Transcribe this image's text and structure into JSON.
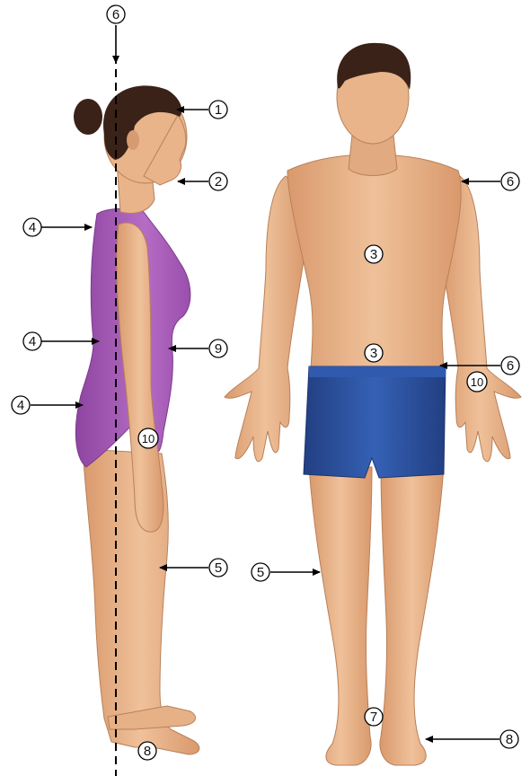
{
  "labels": {
    "head_top": "1",
    "chin": "2",
    "chest": "3",
    "abdomen": "3",
    "upper_back": "4",
    "lower_back": "4",
    "buttocks": "4",
    "knee_side": "5",
    "knee_front": "5",
    "plumb_line": "6",
    "shoulder": "6",
    "hip": "6",
    "ankle": "7",
    "foot_side": "8",
    "foot_front": "8",
    "belly": "9",
    "hand_side": "10",
    "hand_front": "10"
  },
  "colors": {
    "skin": "#e9b48a",
    "skin_shadow": "#c98c62",
    "hair": "#3a2218",
    "swimsuit": "#a65bb5",
    "shorts": "#2b4f9c",
    "line": "#000000"
  }
}
